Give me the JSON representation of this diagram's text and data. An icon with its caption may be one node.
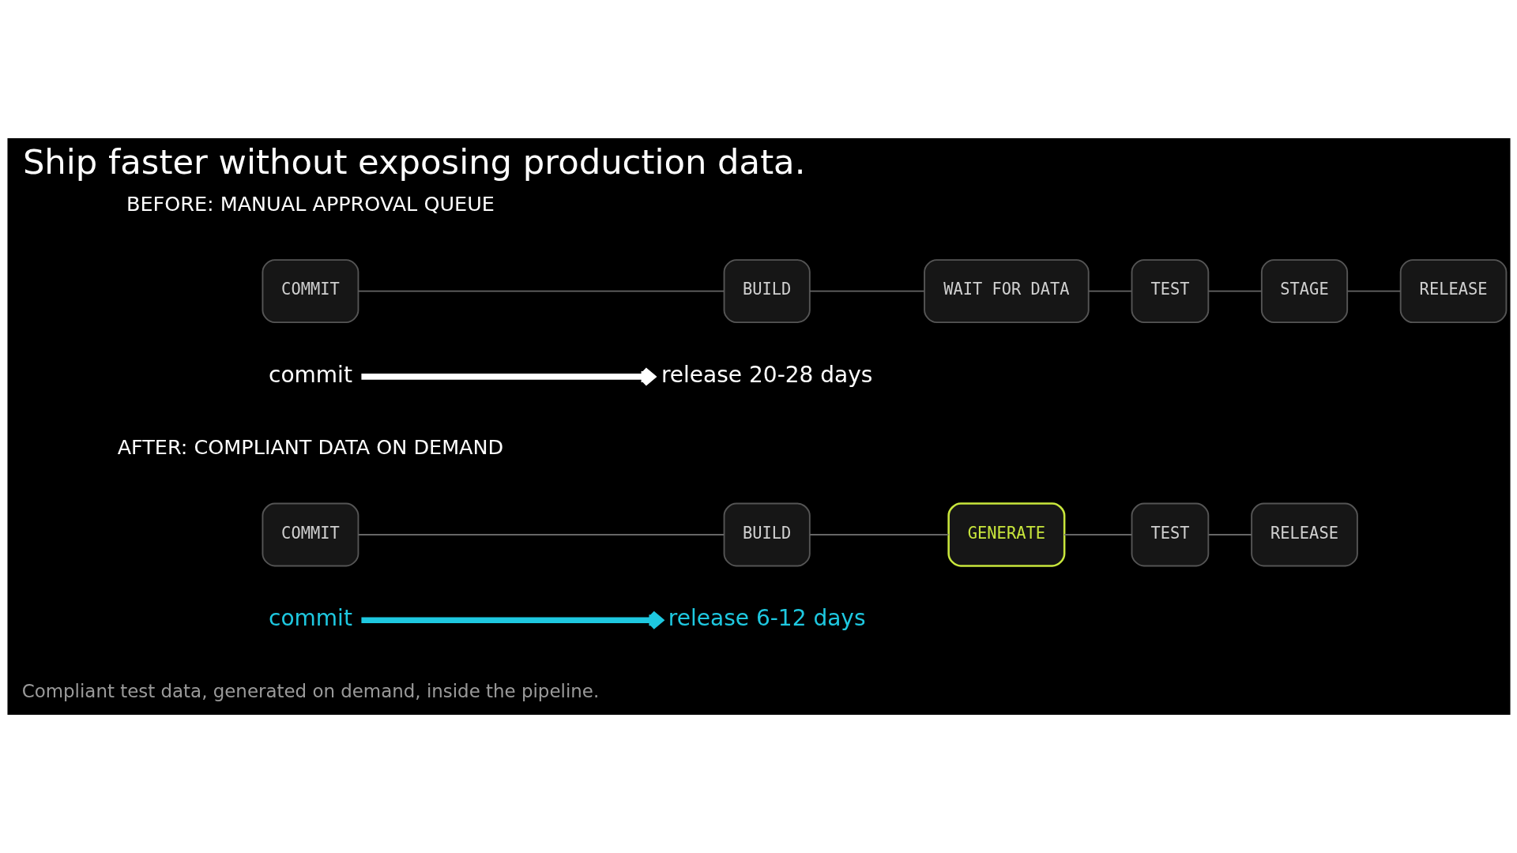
{
  "diagram": {
    "title": "Ship faster without exposing production data.",
    "nodes": [
      {
        "text": [
          "COMMIT"
        ]
      },
      {
        "text": [
          "BUILD"
        ]
      },
      {
        "text": [
          "WAIT FOR DATA"
        ]
      },
      {
        "text": [
          "TEST"
        ]
      },
      {
        "text": [
          "STAGE"
        ]
      },
      {
        "text": [
          "RELEASE"
        ]
      },
      {
        "text": [
          "COMMIT"
        ]
      },
      {
        "text": [
          "BUILD"
        ]
      },
      {
        "text": [
          "GENERATE"
        ]
      },
      {
        "text": [
          "TEST"
        ]
      },
      {
        "text": [
          "RELEASE"
        ]
      },
      {
        "text": [
          "commit"
        ]
      },
      {
        "text": [
          "release 20-28 days"
        ]
      },
      {
        "text": [
          "commit"
        ]
      },
      {
        "text": [
          "release 6-12 days"
        ]
      }
    ],
    "edges": [
      {
        "from": 0,
        "to": 1,
        "arrow": "none"
      },
      {
        "from": 1,
        "to": 2,
        "arrow": "none"
      },
      {
        "from": 2,
        "to": 3,
        "arrow": "none"
      },
      {
        "from": 3,
        "to": 4,
        "arrow": "none"
      },
      {
        "from": 4,
        "to": 5,
        "arrow": "none"
      },
      {
        "from": 6,
        "to": 7,
        "arrow": "none"
      },
      {
        "from": 7,
        "to": 8,
        "arrow": "none"
      },
      {
        "from": 8,
        "to": 9,
        "arrow": "none"
      },
      {
        "from": 9,
        "to": 10,
        "arrow": "none"
      },
      {
        "from": 11,
        "to": 12,
        "arrow": "to",
        "style": "thick",
        "color": "#ffffff"
      },
      {
        "from": 13,
        "to": 14,
        "arrow": "to",
        "style": "thick",
        "color": "#1ec8e0"
      }
    ],
    "labels": [
      "Compliant test data, generated on demand, inside the pipeline.",
      "BEFORE: MANUAL APPROVAL QUEUE",
      "AFTER: COMPLIANT DATA ON DEMAND"
    ]
  }
}
